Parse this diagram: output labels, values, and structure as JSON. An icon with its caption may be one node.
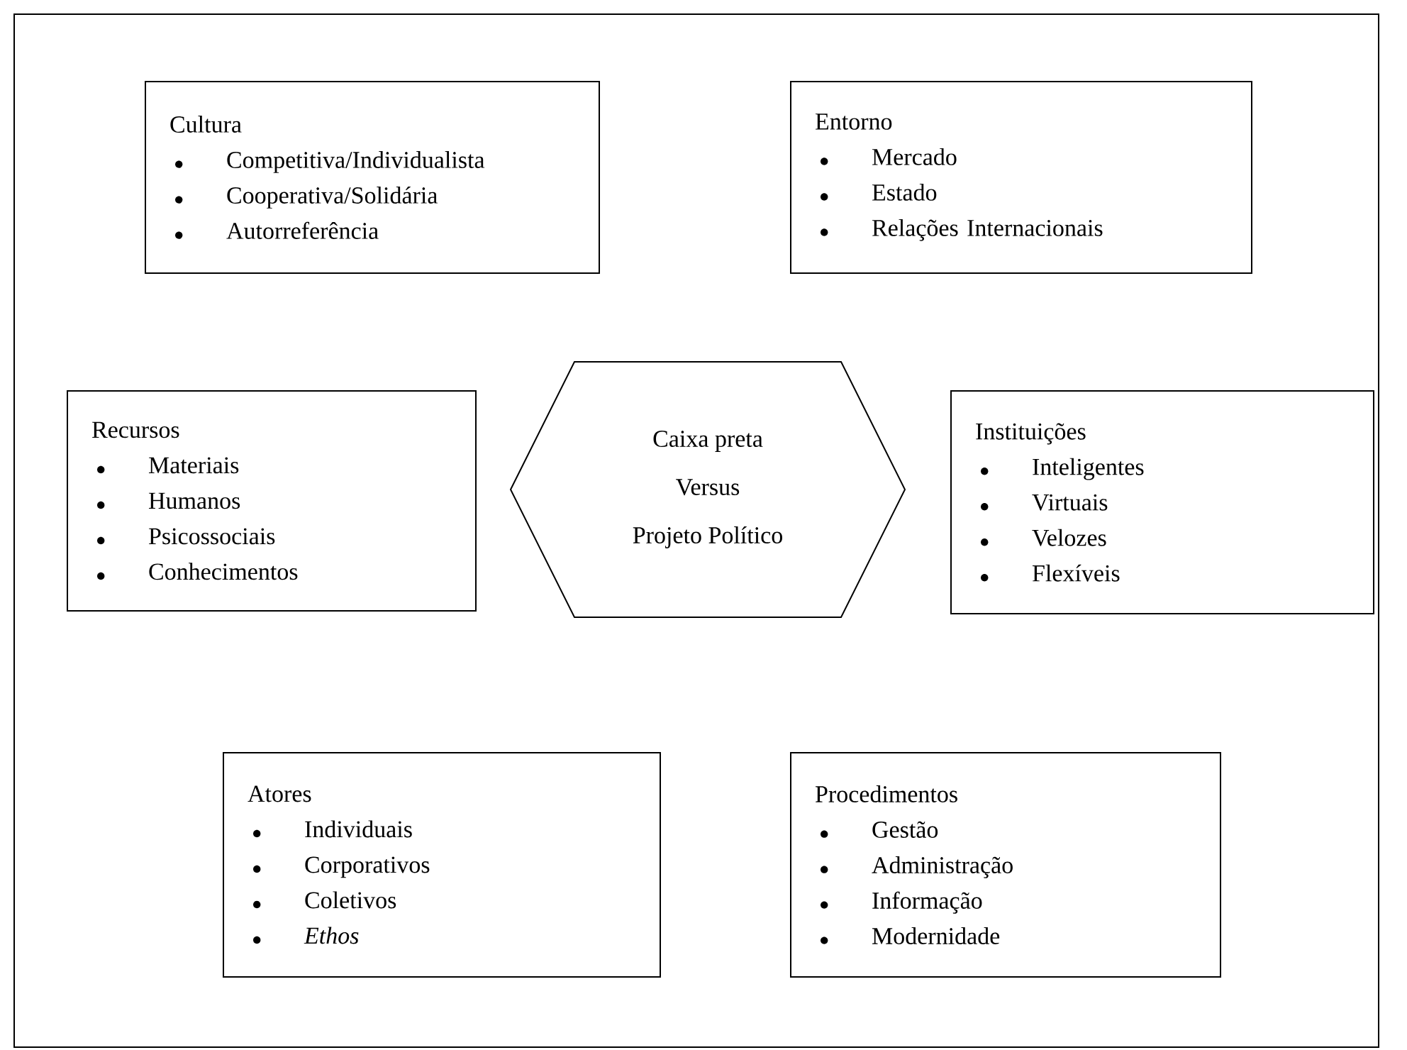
{
  "diagram": {
    "nodes": [
      {
        "text": [
          "Cultura",
          "Competitiva/Individualista",
          "Cooperativa/Solidária",
          "Autorreferência"
        ]
      },
      {
        "text": [
          "Entorno",
          "Mercado",
          "Estado",
          "Relações Internacionais"
        ]
      },
      {
        "text": [
          "Recursos",
          "Materiais",
          "Humanos",
          "Psicossociais",
          "Conhecimentos"
        ]
      },
      {
        "text": [
          "Caixa preta",
          "Versus",
          "Projeto Político"
        ]
      },
      {
        "text": [
          "Instituições",
          "Inteligentes",
          "Virtuais",
          "Velozes",
          "Flexíveis"
        ]
      },
      {
        "text": [
          "Atores",
          "Individuais",
          "Corporativos",
          "Coletivos",
          "*Ethos*"
        ]
      },
      {
        "text": [
          "Procedimentos",
          "Gestão",
          "Administração",
          "Informação",
          "Modernidade"
        ]
      }
    ]
  }
}
